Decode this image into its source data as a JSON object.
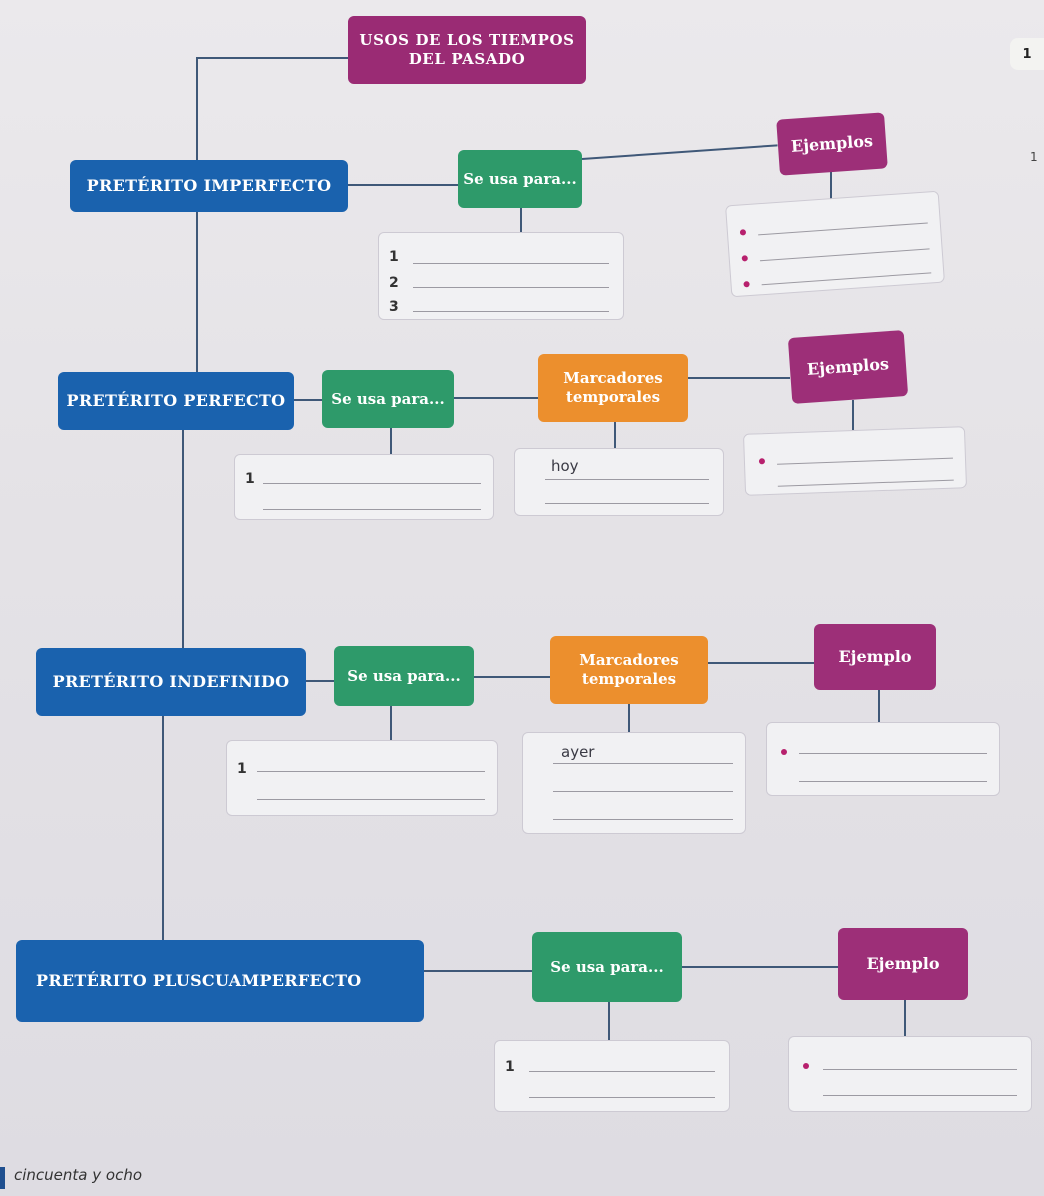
{
  "title": {
    "line1": "USOS DE LOS TIEMPOS",
    "line2": "DEL PASADO"
  },
  "side_tab": {
    "number": "1",
    "partial": "1"
  },
  "imperfecto": {
    "name": "PRETÉRITO IMPERFECTO",
    "use": "Se usa para...",
    "examples": "Ejemplos",
    "numbers": [
      "1",
      "2",
      "3"
    ]
  },
  "perfecto": {
    "name": "PRETÉRITO PERFECTO",
    "use": "Se usa para...",
    "markers": "Marcadores temporales",
    "examples": "Ejemplos",
    "numbers": [
      "1"
    ],
    "marker_written": "hoy"
  },
  "indefinido": {
    "name": "PRETÉRITO INDEFINIDO",
    "use": "Se usa para...",
    "markers": "Marcadores temporales",
    "example": "Ejemplo",
    "numbers": [
      "1"
    ],
    "marker_written": "ayer"
  },
  "pluscuamperfecto": {
    "name": "PRETÉRITO PLUSCUAMPERFECTO",
    "use": "Se usa para...",
    "example": "Ejemplo",
    "numbers": [
      "1"
    ]
  },
  "footer": {
    "page_label": "cincuenta y ocho"
  },
  "colors": {
    "tense_blue": "#1a62ae",
    "use_green": "#2e9a6a",
    "marker_orange": "#ec8f2d",
    "example_purple": "#9d2f78"
  }
}
